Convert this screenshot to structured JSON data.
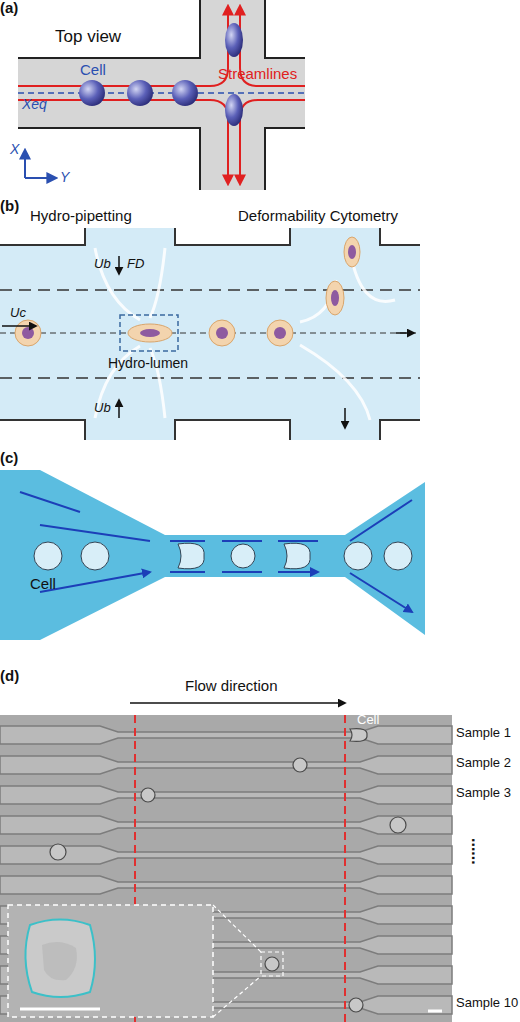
{
  "diagram": {
    "labels": [
      "(a)",
      "Top view",
      "Cell",
      "Streamlines",
      "Xeq",
      "X",
      "Y",
      "(b)",
      "Hydro-pipetting",
      "Deformability Cytometry",
      "Ub",
      "FD",
      "Uc",
      "Hydro-lumen",
      "Ub",
      "(c)",
      "Cell",
      "(d)",
      "Flow direction",
      "Cell",
      "Sample 1",
      "Sample 2",
      "Sample 3",
      "......",
      "Sample 10"
    ]
  }
}
